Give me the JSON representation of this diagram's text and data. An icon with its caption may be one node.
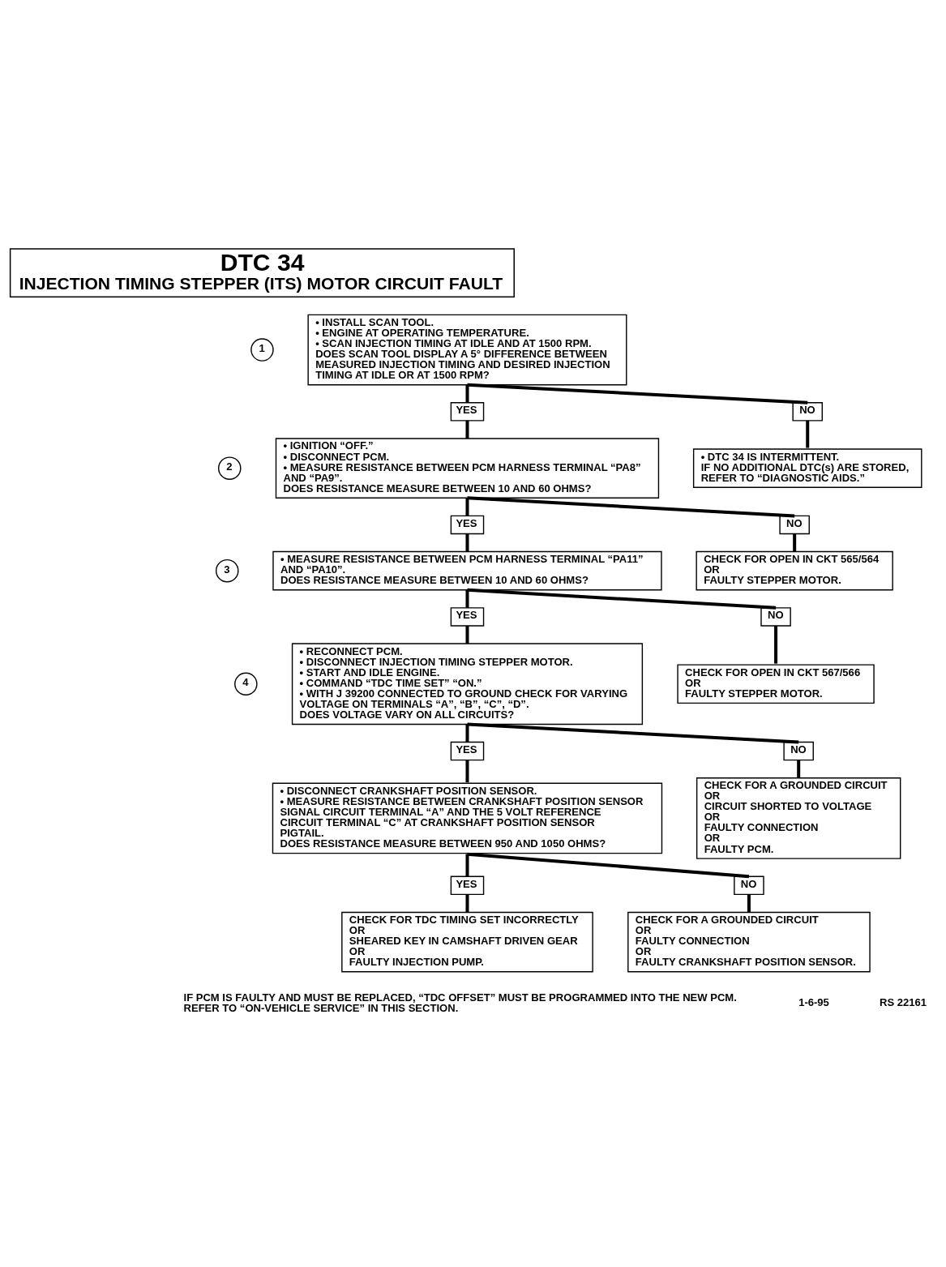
{
  "diagram": {
    "nodes": [
      {
        "text": [
          "DTC 34",
          "INJECTION TIMING STEPPER (ITS) MOTOR CIRCUIT FAULT"
        ]
      },
      {
        "text": [
          "1"
        ]
      },
      {
        "text": [
          "• INSTALL SCAN TOOL.",
          "• ENGINE AT OPERATING TEMPERATURE.",
          "• SCAN INJECTION TIMING AT IDLE AND AT 1500 RPM.",
          "DOES SCAN TOOL DISPLAY A 5° DIFFERENCE BETWEEN MEASURED INJECTION TIMING AND DESIRED INJECTION TIMING AT IDLE OR AT 1500 RPM?"
        ]
      },
      {
        "text": [
          "YES"
        ]
      },
      {
        "text": [
          "NO"
        ]
      },
      {
        "text": [
          "2"
        ]
      },
      {
        "text": [
          "• IGNITION “OFF.”",
          "• DISCONNECT PCM.",
          "• MEASURE RESISTANCE BETWEEN PCM HARNESS TERMINAL “PA8” AND “PA9”.",
          "DOES RESISTANCE MEASURE BETWEEN 10 AND 60 OHMS?"
        ]
      },
      {
        "text": [
          "• DTC 34 IS INTERMITTENT.",
          "IF NO ADDITIONAL DTC(s) ARE STORED, REFER TO “DIAGNOSTIC AIDS.”"
        ]
      },
      {
        "text": [
          "YES"
        ]
      },
      {
        "text": [
          "NO"
        ]
      },
      {
        "text": [
          "3"
        ]
      },
      {
        "text": [
          "• MEASURE RESISTANCE BETWEEN PCM HARNESS TERMINAL “PA11” AND “PA10”.",
          "DOES RESISTANCE MEASURE BETWEEN 10 AND 60 OHMS?"
        ]
      },
      {
        "text": [
          "CHECK FOR OPEN IN CKT 565/564",
          "OR",
          "FAULTY STEPPER MOTOR."
        ]
      },
      {
        "text": [
          "YES"
        ]
      },
      {
        "text": [
          "NO"
        ]
      },
      {
        "text": [
          "4"
        ]
      },
      {
        "text": [
          "• RECONNECT PCM.",
          "• DISCONNECT INJECTION TIMING STEPPER MOTOR.",
          "• START AND IDLE ENGINE.",
          "• COMMAND “TDC TIME SET” “ON.”",
          "• WITH J 39200 CONNECTED TO GROUND CHECK FOR VARYING VOLTAGE ON TERMINALS “A”, “B”, “C”, “D”.",
          "DOES VOLTAGE VARY ON ALL CIRCUITS?"
        ]
      },
      {
        "text": [
          "CHECK FOR OPEN IN CKT 567/566",
          "OR",
          "FAULTY STEPPER MOTOR."
        ]
      },
      {
        "text": [
          "YES"
        ]
      },
      {
        "text": [
          "NO"
        ]
      },
      {
        "text": [
          "• DISCONNECT CRANKSHAFT POSITION SENSOR.",
          "• MEASURE RESISTANCE BETWEEN CRANKSHAFT POSITION SENSOR SIGNAL CIRCUIT TERMINAL “A” AND THE 5 VOLT REFERENCE CIRCUIT TERMINAL “C” AT CRANKSHAFT POSITION SENSOR PIGTAIL.",
          "DOES RESISTANCE MEASURE BETWEEN 950 AND 1050 OHMS?"
        ]
      },
      {
        "text": [
          "CHECK FOR A GROUNDED CIRCUIT",
          "OR",
          "CIRCUIT SHORTED TO VOLTAGE",
          "OR",
          "FAULTY CONNECTION",
          "OR",
          "FAULTY PCM."
        ]
      },
      {
        "text": [
          "YES"
        ]
      },
      {
        "text": [
          "NO"
        ]
      },
      {
        "text": [
          "CHECK FOR TDC TIMING SET INCORRECTLY",
          "OR",
          "SHEARED KEY IN CAMSHAFT DRIVEN GEAR",
          "OR",
          "FAULTY INJECTION PUMP."
        ]
      },
      {
        "text": [
          "CHECK FOR A GROUNDED CIRCUIT",
          "OR",
          "FAULTY CONNECTION",
          "OR",
          "FAULTY CRANKSHAFT POSITION SENSOR."
        ]
      }
    ],
    "edges": [
      {
        "from": 2,
        "to": 3,
        "arrow": "none"
      },
      {
        "from": 2,
        "to": 4,
        "arrow": "none"
      },
      {
        "from": 3,
        "to": 6,
        "arrow": "none"
      },
      {
        "from": 4,
        "to": 7,
        "arrow": "none"
      },
      {
        "from": 6,
        "to": 8,
        "arrow": "none"
      },
      {
        "from": 6,
        "to": 9,
        "arrow": "none"
      },
      {
        "from": 8,
        "to": 11,
        "arrow": "none"
      },
      {
        "from": 9,
        "to": 12,
        "arrow": "none"
      },
      {
        "from": 11,
        "to": 13,
        "arrow": "none"
      },
      {
        "from": 11,
        "to": 14,
        "arrow": "none"
      },
      {
        "from": 13,
        "to": 16,
        "arrow": "none"
      },
      {
        "from": 14,
        "to": 17,
        "arrow": "none"
      },
      {
        "from": 16,
        "to": 18,
        "arrow": "none"
      },
      {
        "from": 16,
        "to": 19,
        "arrow": "none"
      },
      {
        "from": 18,
        "to": 20,
        "arrow": "none"
      },
      {
        "from": 19,
        "to": 21,
        "arrow": "none"
      },
      {
        "from": 20,
        "to": 22,
        "arrow": "none"
      },
      {
        "from": 20,
        "to": 23,
        "arrow": "none"
      },
      {
        "from": 22,
        "to": 24,
        "arrow": "none"
      },
      {
        "from": 23,
        "to": 25,
        "arrow": "none"
      }
    ],
    "labels": [
      "IF PCM IS FAULTY AND MUST BE REPLACED, “TDC OFFSET” MUST BE PROGRAMMED INTO THE NEW PCM. REFER TO “ON-VEHICLE SERVICE” IN THIS SECTION.",
      "1-6-95",
      "RS 22161"
    ]
  }
}
